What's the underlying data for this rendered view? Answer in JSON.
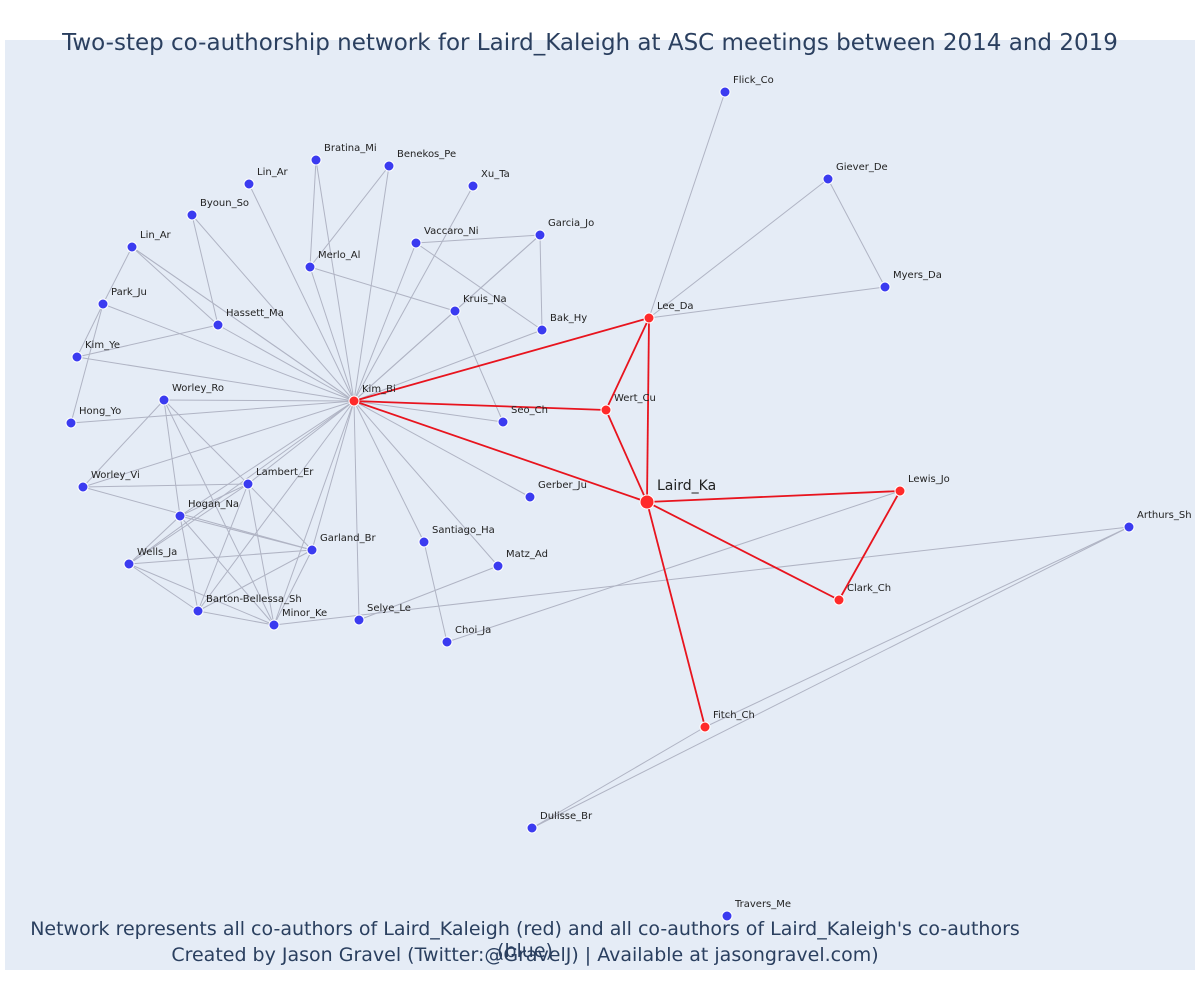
{
  "title": "Two-step co-authorship network for Laird_Kaleigh at ASC meetings between 2014 and 2019",
  "caption_line1": "Network represents all co-authors of Laird_Kaleigh (red) and all co-authors of Laird_Kaleigh's co-authors (blue)",
  "caption_line2": "Created by Jason Gravel (Twitter:@GravelJ) | Available at jasongravel.com)",
  "colors": {
    "plot_bg": "#e5ecf6",
    "red": "#ff2a2a",
    "blue": "#3b3bf0",
    "edge_gray": "#b0b4c4",
    "edge_red": "#e8141e",
    "node_stroke": "#ffffff"
  },
  "network": {
    "nodes": [
      {
        "id": "Laird_Ka",
        "group": "focal"
      },
      {
        "id": "Kim_Bi",
        "group": "red"
      },
      {
        "id": "Lee_Da",
        "group": "red"
      },
      {
        "id": "Wert_Cu",
        "group": "red"
      },
      {
        "id": "Lewis_Jo",
        "group": "red"
      },
      {
        "id": "Clark_Ch",
        "group": "red"
      },
      {
        "id": "Fitch_Ch",
        "group": "red"
      },
      {
        "id": "Flick_Co",
        "group": "blue"
      },
      {
        "id": "Giever_De",
        "group": "blue"
      },
      {
        "id": "Myers_Da",
        "group": "blue"
      },
      {
        "id": "Bratina_Mi",
        "group": "blue"
      },
      {
        "id": "Benekos_Pe",
        "group": "blue"
      },
      {
        "id": "Xu_Ta",
        "group": "blue"
      },
      {
        "id": "Lin_Ar",
        "group": "blue"
      },
      {
        "id": "Byoun_So",
        "group": "blue"
      },
      {
        "id": "Lin_Ar",
        "group": "blue"
      },
      {
        "id": "Garcia_Jo",
        "group": "blue"
      },
      {
        "id": "Vaccaro_Ni",
        "group": "blue"
      },
      {
        "id": "Merlo_Al",
        "group": "blue"
      },
      {
        "id": "Park_Ju",
        "group": "blue"
      },
      {
        "id": "Hassett_Ma",
        "group": "blue"
      },
      {
        "id": "Kruis_Na",
        "group": "blue"
      },
      {
        "id": "Bak_Hy",
        "group": "blue"
      },
      {
        "id": "Kim_Ye",
        "group": "blue"
      },
      {
        "id": "Worley_Ro",
        "group": "blue"
      },
      {
        "id": "Seo_Ch",
        "group": "blue"
      },
      {
        "id": "Hong_Yo",
        "group": "blue"
      },
      {
        "id": "Worley_Vi",
        "group": "blue"
      },
      {
        "id": "Lambert_Er",
        "group": "blue"
      },
      {
        "id": "Gerber_Ju",
        "group": "blue"
      },
      {
        "id": "Hogan_Na",
        "group": "blue"
      },
      {
        "id": "Santiago_Ha",
        "group": "blue"
      },
      {
        "id": "Garland_Br",
        "group": "blue"
      },
      {
        "id": "Matz_Ad",
        "group": "blue"
      },
      {
        "id": "Wells_Ja",
        "group": "blue"
      },
      {
        "id": "Barton-Bellessa_Sh",
        "group": "blue"
      },
      {
        "id": "Selye_Le",
        "group": "blue"
      },
      {
        "id": "Minor_Ke",
        "group": "blue"
      },
      {
        "id": "Choi_Ja",
        "group": "blue"
      },
      {
        "id": "Arthurs_Sh",
        "group": "blue"
      },
      {
        "id": "Dulisse_Br",
        "group": "blue"
      },
      {
        "id": "Travers_Me",
        "group": "blue"
      }
    ],
    "edges": [
      [
        0,
        1,
        "red"
      ],
      [
        0,
        2,
        "red"
      ],
      [
        0,
        3,
        "red"
      ],
      [
        0,
        4,
        "red"
      ],
      [
        0,
        5,
        "red"
      ],
      [
        0,
        6,
        "red"
      ],
      [
        1,
        2,
        "red"
      ],
      [
        1,
        3,
        "red"
      ],
      [
        2,
        3,
        "red"
      ],
      [
        4,
        5,
        "red"
      ],
      [
        2,
        7,
        "gray"
      ],
      [
        2,
        8,
        "gray"
      ],
      [
        2,
        9,
        "gray"
      ],
      [
        8,
        9,
        "gray"
      ],
      [
        4,
        38,
        "gray"
      ],
      [
        6,
        39,
        "gray"
      ],
      [
        6,
        40,
        "gray"
      ],
      [
        39,
        40,
        "gray"
      ],
      [
        37,
        39,
        "gray"
      ],
      [
        1,
        10,
        "gray"
      ],
      [
        1,
        11,
        "gray"
      ],
      [
        1,
        12,
        "gray"
      ],
      [
        1,
        13,
        "gray"
      ],
      [
        1,
        14,
        "gray"
      ],
      [
        1,
        15,
        "gray"
      ],
      [
        1,
        16,
        "gray"
      ],
      [
        1,
        17,
        "gray"
      ],
      [
        1,
        18,
        "gray"
      ],
      [
        1,
        19,
        "gray"
      ],
      [
        1,
        20,
        "gray"
      ],
      [
        1,
        21,
        "gray"
      ],
      [
        1,
        22,
        "gray"
      ],
      [
        1,
        23,
        "gray"
      ],
      [
        1,
        24,
        "gray"
      ],
      [
        1,
        25,
        "gray"
      ],
      [
        1,
        26,
        "gray"
      ],
      [
        1,
        27,
        "gray"
      ],
      [
        1,
        28,
        "gray"
      ],
      [
        1,
        29,
        "gray"
      ],
      [
        1,
        30,
        "gray"
      ],
      [
        1,
        31,
        "gray"
      ],
      [
        1,
        32,
        "gray"
      ],
      [
        1,
        33,
        "gray"
      ],
      [
        1,
        34,
        "gray"
      ],
      [
        1,
        35,
        "gray"
      ],
      [
        1,
        36,
        "gray"
      ],
      [
        1,
        37,
        "gray"
      ],
      [
        10,
        18,
        "gray"
      ],
      [
        11,
        18,
        "gray"
      ],
      [
        16,
        22,
        "gray"
      ],
      [
        16,
        21,
        "gray"
      ],
      [
        17,
        16,
        "gray"
      ],
      [
        17,
        22,
        "gray"
      ],
      [
        18,
        21,
        "gray"
      ],
      [
        21,
        25,
        "gray"
      ],
      [
        14,
        20,
        "gray"
      ],
      [
        15,
        20,
        "gray"
      ],
      [
        15,
        19,
        "gray"
      ],
      [
        19,
        23,
        "gray"
      ],
      [
        19,
        26,
        "gray"
      ],
      [
        23,
        20,
        "gray"
      ],
      [
        15,
        1,
        "gray"
      ],
      [
        24,
        27,
        "gray"
      ],
      [
        24,
        30,
        "gray"
      ],
      [
        24,
        28,
        "gray"
      ],
      [
        24,
        37,
        "gray"
      ],
      [
        27,
        28,
        "gray"
      ],
      [
        27,
        32,
        "gray"
      ],
      [
        28,
        30,
        "gray"
      ],
      [
        28,
        34,
        "gray"
      ],
      [
        28,
        35,
        "gray"
      ],
      [
        28,
        37,
        "gray"
      ],
      [
        28,
        32,
        "gray"
      ],
      [
        30,
        34,
        "gray"
      ],
      [
        30,
        35,
        "gray"
      ],
      [
        30,
        37,
        "gray"
      ],
      [
        30,
        32,
        "gray"
      ],
      [
        34,
        35,
        "gray"
      ],
      [
        34,
        37,
        "gray"
      ],
      [
        34,
        32,
        "gray"
      ],
      [
        35,
        37,
        "gray"
      ],
      [
        35,
        32,
        "gray"
      ],
      [
        32,
        37,
        "gray"
      ],
      [
        31,
        38,
        "gray"
      ],
      [
        33,
        36,
        "gray"
      ]
    ]
  }
}
